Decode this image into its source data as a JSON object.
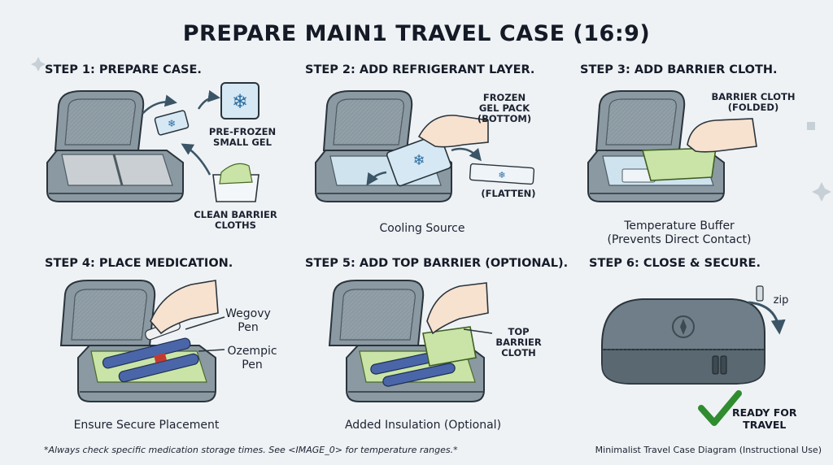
{
  "title": "PREPARE MAIN1 TRAVEL CASE (16:9)",
  "steps": [
    {
      "title": "STEP 1: PREPARE CASE.",
      "labels": [
        "PRE-FROZEN\nSMALL GEL",
        "CLEAN BARRIER\nCLOTHS"
      ],
      "caption": ""
    },
    {
      "title": "STEP 2: ADD REFRIGERANT LAYER.",
      "labels": [
        "FROZEN\nGEL PACK\n(BOTTOM)",
        "(FLATTEN)"
      ],
      "caption": "Cooling Source"
    },
    {
      "title": "STEP 3: ADD BARRIER CLOTH.",
      "labels": [
        "BARRIER CLOTH\n(FOLDED)"
      ],
      "caption": "Temperature Buffer\n(Prevents Direct Contact)"
    },
    {
      "title": "STEP 4: PLACE MEDICATION.",
      "labels": [
        "Wegovy\nPen",
        "Ozempic\nPen"
      ],
      "caption": "Ensure Secure Placement"
    },
    {
      "title": "STEP 5: ADD TOP BARRIER (OPTIONAL).",
      "labels": [
        "TOP BARRIER\nCLOTH"
      ],
      "caption": "Added Insulation (Optional)"
    },
    {
      "title": "STEP 6: CLOSE & SECURE.",
      "labels": [
        "zip",
        "READY FOR\nTRAVEL"
      ],
      "caption": ""
    }
  ],
  "footer": {
    "note": "*Always check specific medication storage times. See <IMAGE_0> for temperature ranges.*",
    "credit": "Minimalist Travel Case Diagram (Instructional Use)"
  },
  "colors": {
    "case": "#8b99a2",
    "case_dark": "#5d6b74",
    "gel": "#d7e8f5",
    "cloth": "#c9e4a6",
    "check": "#2f8c2f",
    "arrow": "#3b5566"
  },
  "icons": [
    "snowflake-icon",
    "hand-icon",
    "zip-arrow-icon",
    "compass-icon",
    "checkmark-icon"
  ]
}
